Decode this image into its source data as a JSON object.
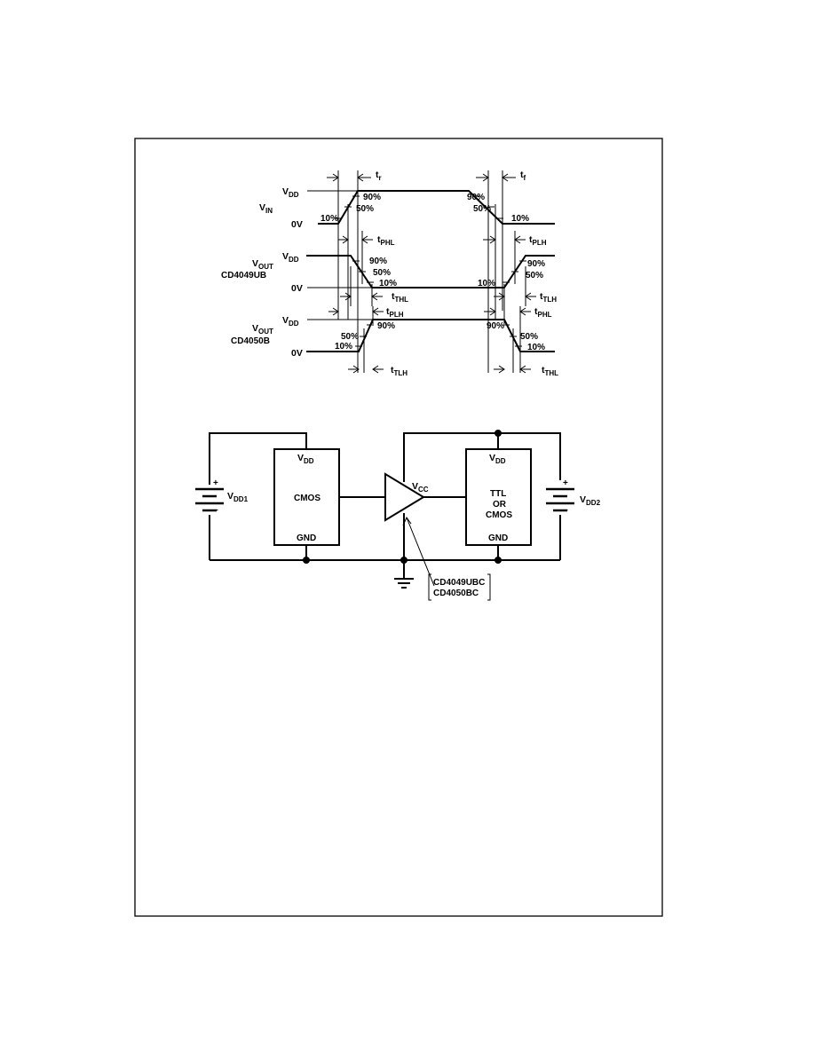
{
  "timing_diagram": {
    "markers": {
      "tr": "t",
      "tr_sub": "r",
      "tf": "t",
      "tf_sub": "f"
    },
    "vin": {
      "label": "V",
      "label_sub": "IN",
      "vdd": "V",
      "vdd_sub": "DD",
      "zero": "0V",
      "p90_left": "90%",
      "p50_left": "50%",
      "p10_left": "10%",
      "p90_right": "90%",
      "p50_right": "50%",
      "p10_right": "10%"
    },
    "vout_ub": {
      "label": "V",
      "label_sub": "OUT",
      "device": "CD4049UB",
      "vdd": "V",
      "vdd_sub": "DD",
      "zero": "0V",
      "tphl": "t",
      "tphl_sub": "PHL",
      "tplh": "t",
      "tplh_sub": "PLH",
      "tthl": "t",
      "tthl_sub": "THL",
      "ttlh": "t",
      "ttlh_sub": "TLH",
      "p90_left": "90%",
      "p50_left": "50%",
      "p10_left": "10%",
      "p10_right": "10%",
      "p90_right": "90%",
      "p50_right": "50%"
    },
    "vout_b": {
      "label": "V",
      "label_sub": "OUT",
      "device": "CD4050B",
      "vdd": "V",
      "vdd_sub": "DD",
      "zero": "0V",
      "tplh": "t",
      "tplh_sub": "PLH",
      "tphl": "t",
      "tphl_sub": "PHL",
      "ttlh": "t",
      "ttlh_sub": "TLH",
      "tthl": "t",
      "tthl_sub": "THL",
      "p50_left": "50%",
      "p10_left": "10%",
      "p90_left": "90%",
      "p90_right": "90%",
      "p50_right": "50%",
      "p10_right": "10%"
    }
  },
  "schematic": {
    "battery1": {
      "label": "V",
      "label_sub": "DD1",
      "plus": "+",
      "minus": "−"
    },
    "battery2": {
      "label": "V",
      "label_sub": "DD2",
      "plus": "+",
      "minus": "−"
    },
    "cmos_box": {
      "vdd": "V",
      "vdd_sub": "DD",
      "name": "CMOS",
      "gnd": "GND"
    },
    "buffer": {
      "vcc": "V",
      "vcc_sub": "CC"
    },
    "load_box": {
      "vdd": "V",
      "vdd_sub": "DD",
      "line1": "TTL",
      "line2": "OR",
      "line3": "CMOS",
      "gnd": "GND"
    },
    "device_callout": {
      "line1": "CD4049UBC",
      "line2": "CD4050BC"
    }
  }
}
